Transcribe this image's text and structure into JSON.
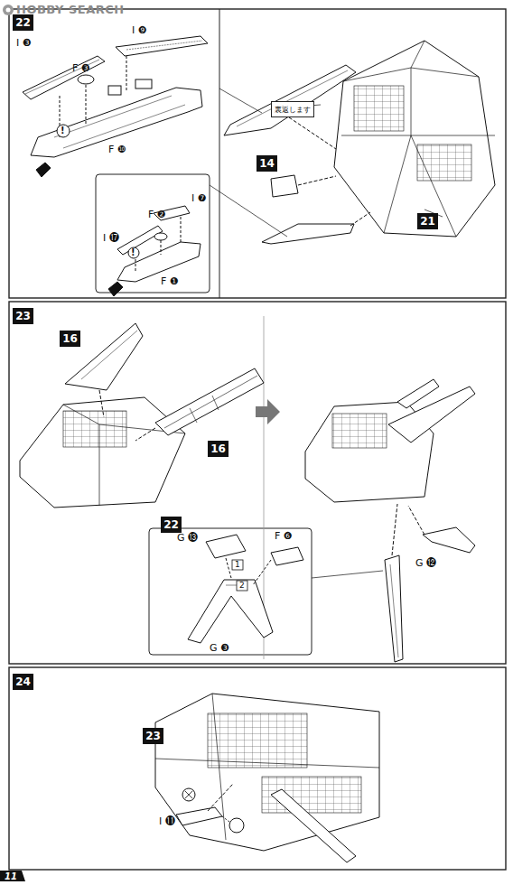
{
  "diagram": {
    "nodes": [
      {
        "text": [
          "22"
        ]
      },
      {
        "text": [
          "裏返します"
        ]
      },
      {
        "text": [
          "14"
        ]
      },
      {
        "text": [
          "21"
        ]
      },
      {
        "text": [
          "23"
        ]
      },
      {
        "text": [
          "16"
        ]
      },
      {
        "text": [
          "16"
        ]
      },
      {
        "text": [
          "22"
        ]
      },
      {
        "text": [
          "24"
        ]
      },
      {
        "text": [
          "23"
        ]
      }
    ],
    "labels": [
      "HOBBY SEARCH",
      "I ❸",
      "I ❾",
      "F ❸",
      "!",
      "F ❿",
      "I ❼",
      "F ❷",
      "I ⓱",
      "!",
      "F ❶",
      "G ⓬",
      "G ⓭",
      "1",
      "F ❻",
      "2",
      "G ❸",
      "I ⓫",
      "11"
    ]
  }
}
